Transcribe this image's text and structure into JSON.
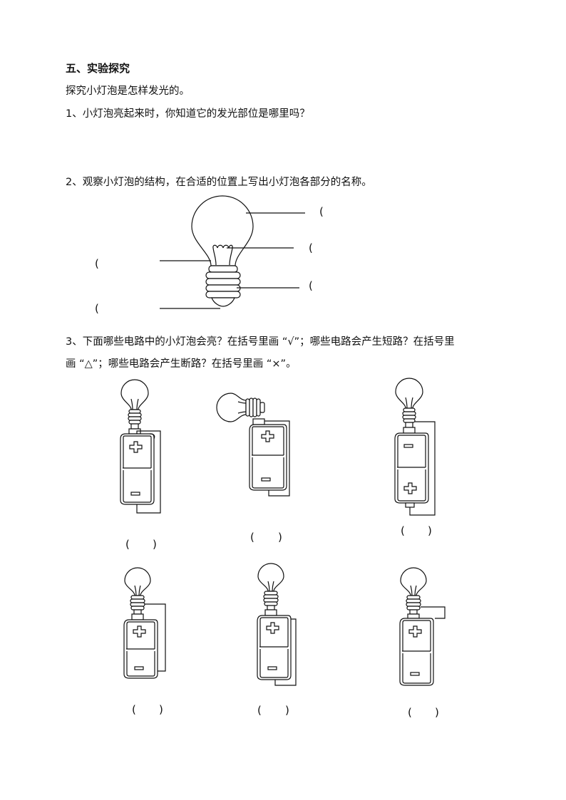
{
  "section": {
    "title": "五、实验探究",
    "intro": "探究小灯泡是怎样发光的。"
  },
  "questions": {
    "q1": "1、小灯泡亮起来时，你知道它的发光部位是哪里吗？",
    "q2": "2、观察小灯泡的结构，在合适的位置上写出小灯泡各部分的名称。",
    "q3_line1": "3、下面哪些电路中的小灯泡会亮？在括号里画 “√”；哪些电路会产生短路？在括号里",
    "q3_line2": "画 “△”；哪些电路会产生断路？在括号里画 “×”。"
  },
  "bulb_labels": {
    "open": "(",
    "answer_right_1": "",
    "answer_right_2": "",
    "answer_right_3": "",
    "answer_left_1": "",
    "answer_left_2": ""
  },
  "circuits": [
    {
      "answer_open": "(",
      "answer_close": ")",
      "answer": ""
    },
    {
      "answer_open": "(",
      "answer_close": ")",
      "answer": ""
    },
    {
      "answer_open": "(",
      "answer_close": ")",
      "answer": ""
    },
    {
      "answer_open": "(",
      "answer_close": ")",
      "answer": ""
    },
    {
      "answer_open": "(",
      "answer_close": ")",
      "answer": ""
    },
    {
      "answer_open": "(",
      "answer_close": ")",
      "answer": ""
    }
  ]
}
